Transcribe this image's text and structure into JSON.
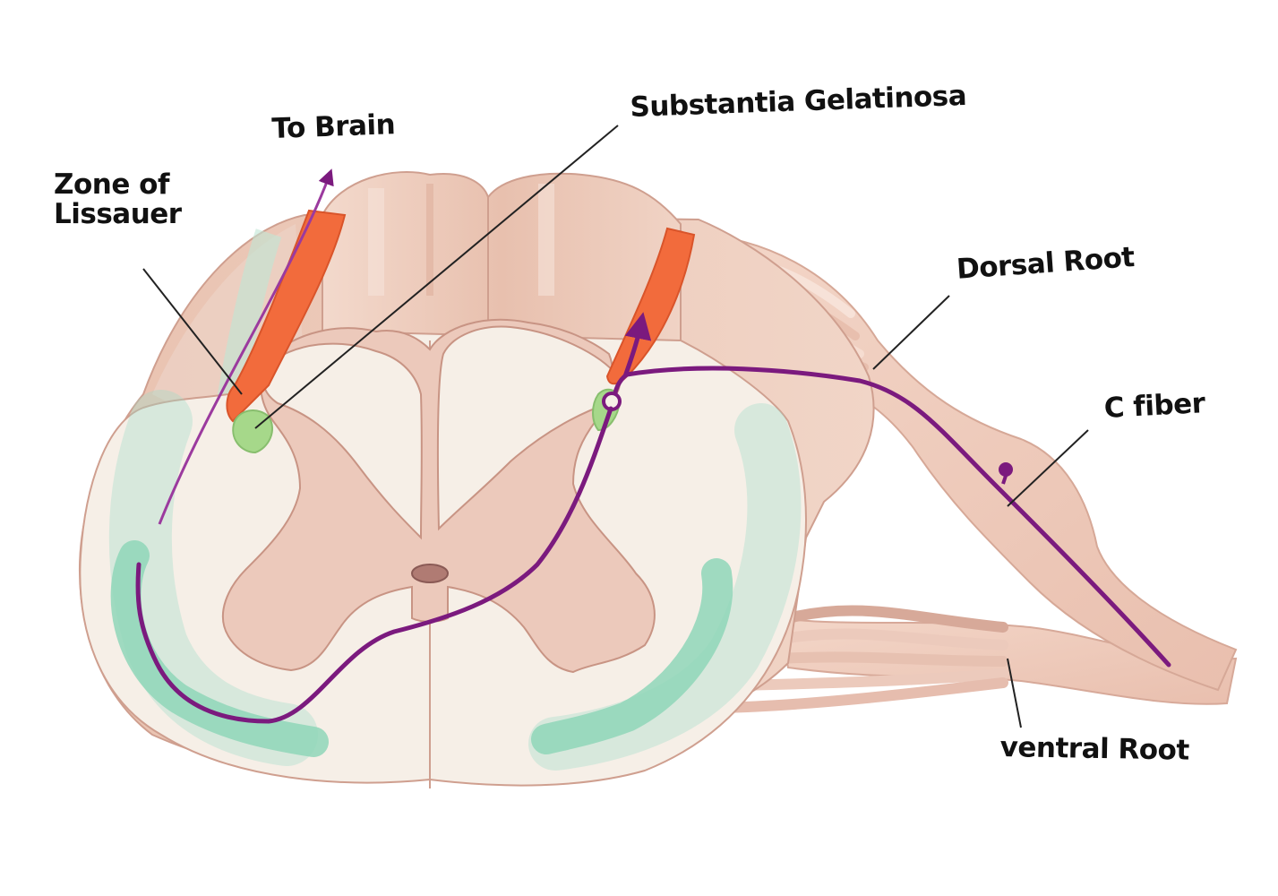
{
  "labels": {
    "to_brain": "To Brain",
    "substantia_gelatinosa": "Substantia Gelatinosa",
    "zone_of_lissauer_line1": "Zone of",
    "zone_of_lissauer_line2": "Lissauer",
    "dorsal_root": "Dorsal Root",
    "c_fiber": "C fiber",
    "ventral_root": "ventral Root"
  },
  "colors": {
    "white_matter": "#f6efe7",
    "grey_matter": "#ecc9bb",
    "tract_orange": "#f26b3c",
    "substantia_green": "#a6d88a",
    "spinothalamic_teal": "#8fd6b9",
    "fiber_purple": "#7b1a7e",
    "root_tan": "#efcdbf",
    "leader_line": "#222222"
  }
}
